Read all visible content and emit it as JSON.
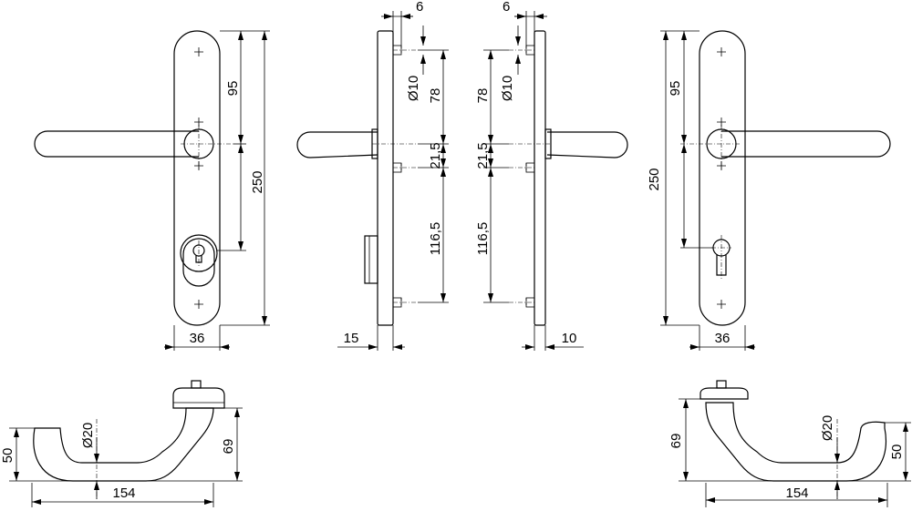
{
  "drawing": {
    "front_left": {
      "rose_width": "36",
      "handle_axis_from_top": "95",
      "total_length": "250"
    },
    "side_left": {
      "offset_top": "6",
      "fixing_diameter": "Ø10",
      "spacing_top": "78",
      "spacing_mid": "21,5",
      "spacing_bottom": "116,5",
      "plate_depth": "15"
    },
    "side_right": {
      "offset_top": "6",
      "fixing_diameter": "Ø10",
      "spacing_top": "78",
      "spacing_mid": "21,5",
      "spacing_bottom": "116,5",
      "plate_depth": "10"
    },
    "front_right": {
      "rose_width": "36",
      "handle_axis_from_top": "95",
      "total_length": "250"
    },
    "lever_left": {
      "bar_diameter": "Ø20",
      "lever_length": "154",
      "projection": "69",
      "grip_height": "50"
    },
    "lever_right": {
      "bar_diameter": "Ø20",
      "lever_length": "154",
      "projection": "69",
      "grip_height": "50"
    }
  }
}
